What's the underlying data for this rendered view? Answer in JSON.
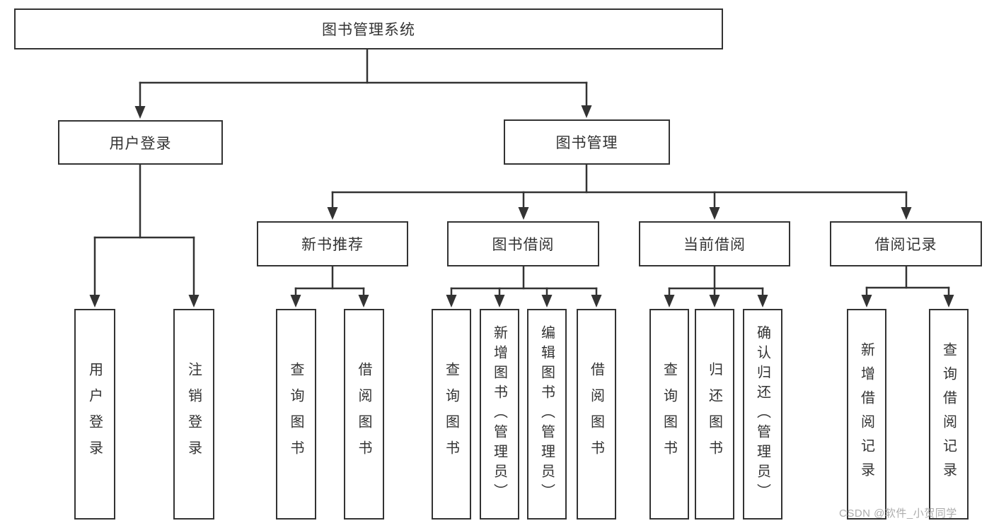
{
  "colors": {
    "line": "#333333",
    "text": "#333333",
    "box_background": "#ffffff",
    "page_background": "#ffffff",
    "watermark": "#acacac"
  },
  "watermark": {
    "text": "CSDN @软件_小贺同学"
  },
  "tree": {
    "root": {
      "label": "图书管理系统",
      "children": [
        {
          "label": "用户登录",
          "children": [
            {
              "label": "用户登录"
            },
            {
              "label": "注销登录"
            }
          ]
        },
        {
          "label": "图书管理",
          "children": [
            {
              "label": "新书推荐",
              "children": [
                {
                  "label": "查询图书"
                },
                {
                  "label": "借阅图书"
                }
              ]
            },
            {
              "label": "图书借阅",
              "children": [
                {
                  "label": "查询图书"
                },
                {
                  "label": "新增图书（管理员）"
                },
                {
                  "label": "编辑图书（管理员）"
                },
                {
                  "label": "借阅图书"
                }
              ]
            },
            {
              "label": "当前借阅",
              "children": [
                {
                  "label": "查询图书"
                },
                {
                  "label": "归还图书"
                },
                {
                  "label": "确认归还（管理员）"
                }
              ]
            },
            {
              "label": "借阅记录",
              "children": [
                {
                  "label": "新增借阅记录"
                },
                {
                  "label": "查询借阅记录"
                }
              ]
            }
          ]
        }
      ]
    }
  }
}
